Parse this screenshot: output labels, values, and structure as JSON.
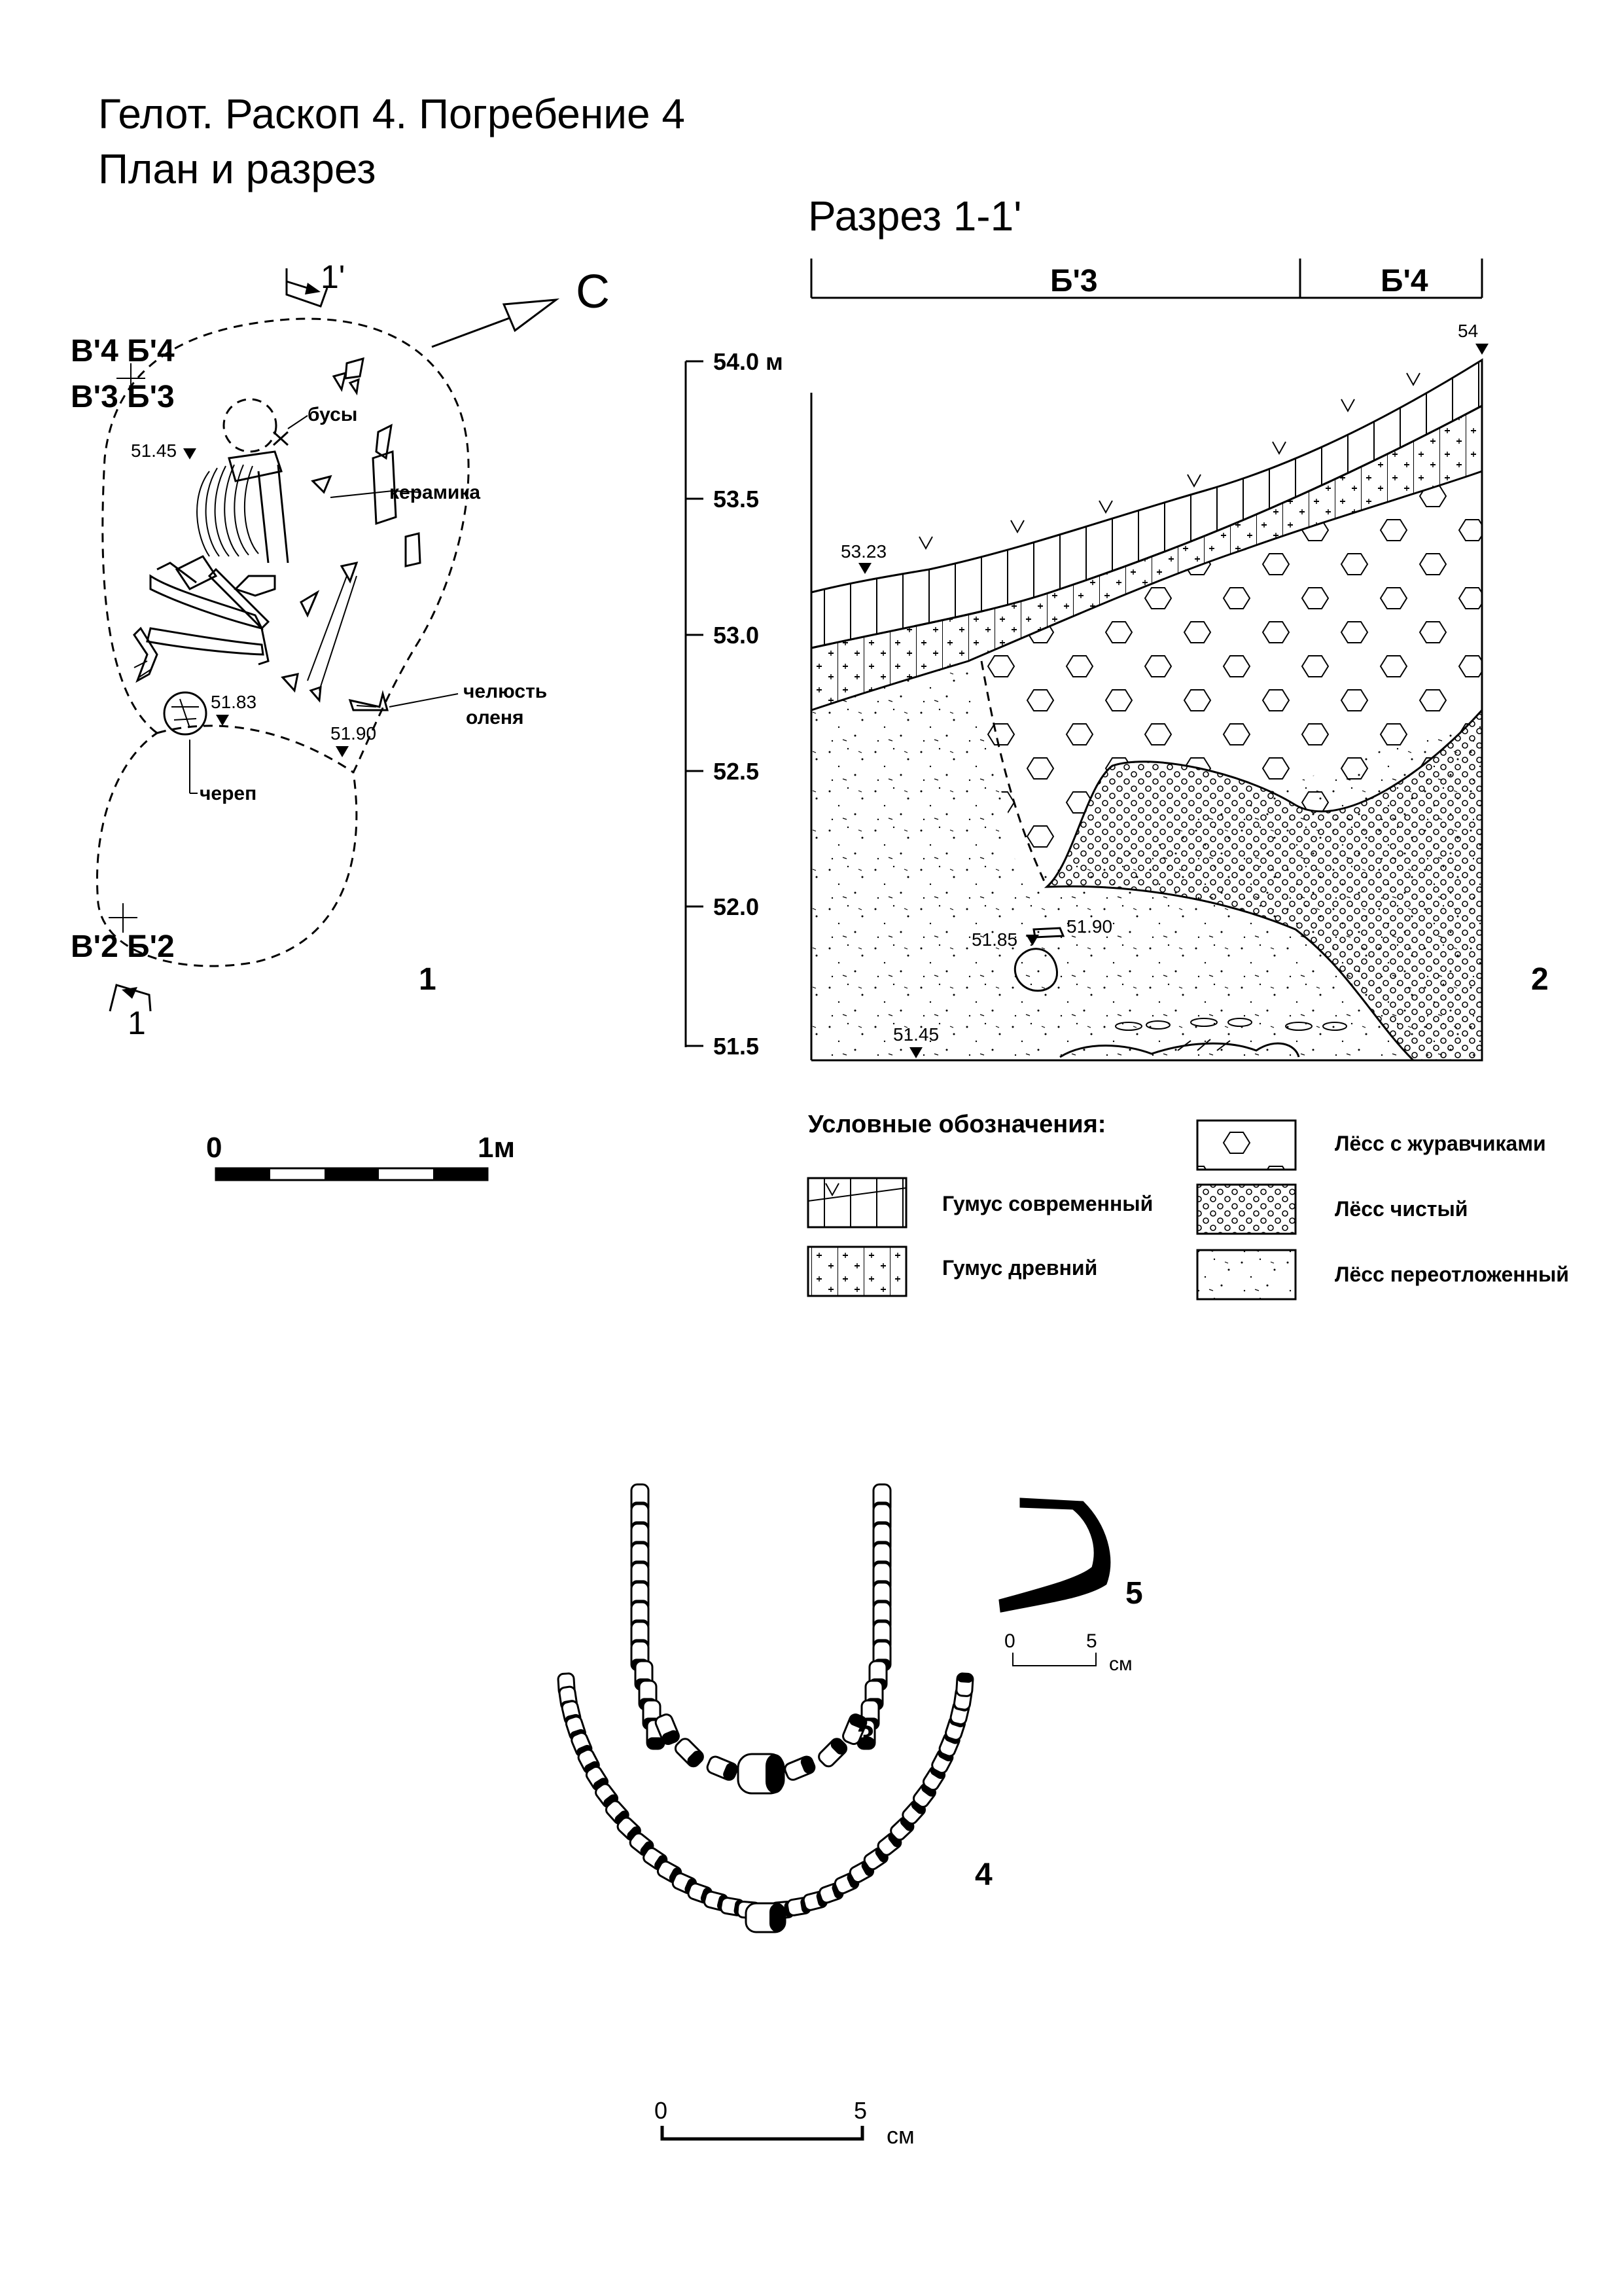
{
  "title": {
    "line1": "Гелот. Раскоп 4. Погребение 4",
    "line2": "План и разрез"
  },
  "plan": {
    "north_label": "С",
    "grid_labels": [
      "В'4 Б'4",
      "В'3 Б'3",
      "В'2 Б'2"
    ],
    "section_marks": [
      "1'",
      "1"
    ],
    "elevations": [
      "51.45",
      "51.83",
      "51.90"
    ],
    "labels": {
      "beads": "бусы",
      "ceramics": "керамика",
      "jaw_line1": "челюсть",
      "jaw_line2": "оленя",
      "skull": "череп"
    },
    "figure_number": "1",
    "scale": {
      "start": "0",
      "end": "1м"
    }
  },
  "section": {
    "title": "Разрез 1-1'",
    "squares": [
      "Б'3",
      "Б'4"
    ],
    "y_ticks": [
      "54.0 м",
      "53.5",
      "53.0",
      "52.5",
      "52.0",
      "51.5"
    ],
    "elevations": [
      "54",
      "53.23",
      "51.85",
      "51.90",
      "51.45"
    ],
    "figure_number": "2"
  },
  "legend": {
    "title": "Условные обозначения:",
    "items": [
      "Гумус современный",
      "Гумус древний",
      "Лёсс с журавчиками",
      "Лёсс чистый",
      "Лёсс переотложенный"
    ]
  },
  "finds": {
    "labels": [
      "3",
      "4",
      "5"
    ],
    "small_scale": {
      "start": "0",
      "end": "5",
      "unit": "см"
    },
    "large_scale": {
      "start": "0",
      "end": "5",
      "unit": "см"
    }
  }
}
